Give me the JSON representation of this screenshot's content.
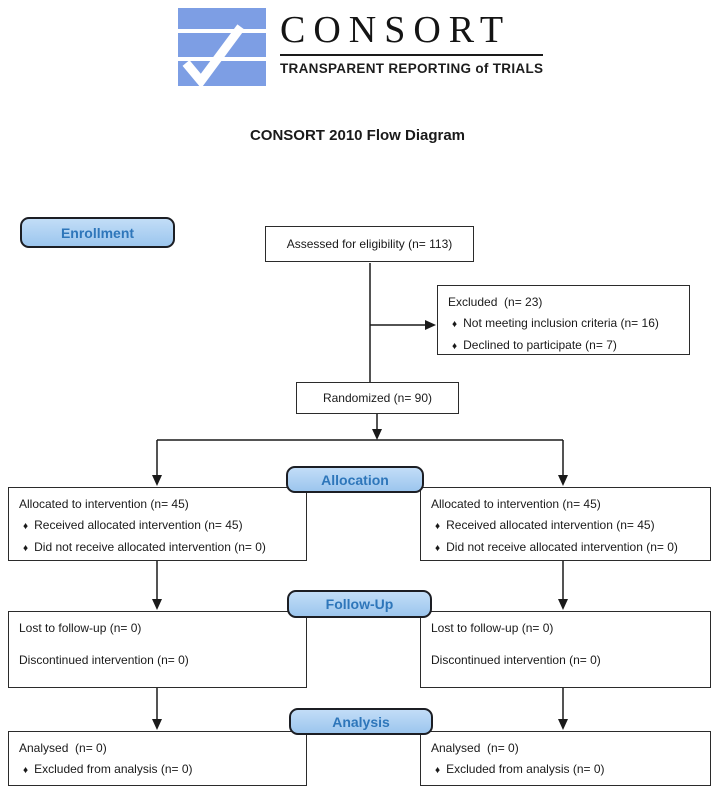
{
  "title": "CONSORT 2010 Flow Diagram",
  "logo": {
    "brand": "CONSORT",
    "tagline": "TRANSPARENT REPORTING of TRIALS"
  },
  "glyphs": {
    "bullet": "♦"
  },
  "colors": {
    "logo_blue": "#7d9ee4",
    "label_fill_top": "#c2ddf7",
    "label_fill_bottom": "#9cc6ee",
    "label_border": "#1c1e24",
    "label_text": "#2e76ba",
    "box_border": "#2b2b2b",
    "arrow": "#1a1a1a",
    "text": "#1a1a1a"
  },
  "stage_labels": {
    "enrollment": "Enrollment",
    "allocation": "Allocation",
    "followup": "Follow-Up",
    "analysis": "Analysis"
  },
  "boxes": {
    "assessed": {
      "text": "Assessed for eligibility (n= 113)"
    },
    "excluded": {
      "title": "Excluded  (n= 23)",
      "bullets": [
        "Not meeting inclusion criteria (n= 16)",
        "Declined to participate (n= 7)"
      ]
    },
    "randomized": {
      "text": "Randomized (n= 90)"
    },
    "allocation_left": {
      "title": "Allocated to intervention (n= 45)",
      "bullets": [
        "Received allocated intervention (n= 45)",
        "Did not receive allocated intervention (n= 0)"
      ]
    },
    "allocation_right": {
      "title": "Allocated to intervention (n= 45)",
      "bullets": [
        "Received allocated intervention (n= 45)",
        "Did not receive allocated intervention (n= 0)"
      ]
    },
    "followup_left": {
      "lines": [
        "Lost to follow-up (n= 0)",
        "Discontinued intervention (n= 0)"
      ]
    },
    "followup_right": {
      "lines": [
        "Lost to follow-up (n= 0)",
        "Discontinued intervention (n= 0)"
      ]
    },
    "analysis_left": {
      "title": "Analysed  (n= 0)",
      "bullets": [
        "Excluded from analysis (n= 0)"
      ]
    },
    "analysis_right": {
      "title": "Analysed  (n= 0)",
      "bullets": [
        "Excluded from analysis (n= 0)"
      ]
    }
  }
}
